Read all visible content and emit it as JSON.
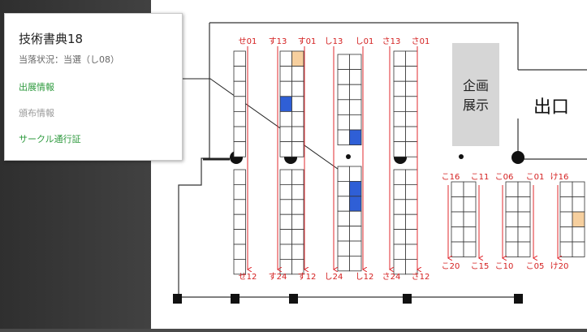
{
  "event": {
    "title": "技術書典18",
    "status": "当落状況：当選（し08）",
    "links": [
      "出展情報",
      "頒布情報",
      "サークル通行証"
    ]
  },
  "map": {
    "top_labels": [
      "せ01",
      "す13",
      "す01",
      "し13",
      "し01",
      "さ13",
      "さ01"
    ],
    "bottom_labels": [
      "せ12",
      "す24",
      "す12",
      "し24",
      "し12",
      "さ24",
      "さ12"
    ],
    "lower_top_labels": [
      "こ16",
      "こ11",
      "こ06",
      "こ01",
      "け16"
    ],
    "lower_bottom_labels": [
      "こ20",
      "こ15",
      "こ10",
      "こ05",
      "け20"
    ],
    "exhibit_label": [
      "企画",
      "展示"
    ],
    "exit_label": "出口"
  },
  "colors": {
    "accent_link": "#2e9a3e",
    "aisle_red": "#e0282e",
    "highlight": "#2f5fd6",
    "peach": "#f6cf9e"
  }
}
